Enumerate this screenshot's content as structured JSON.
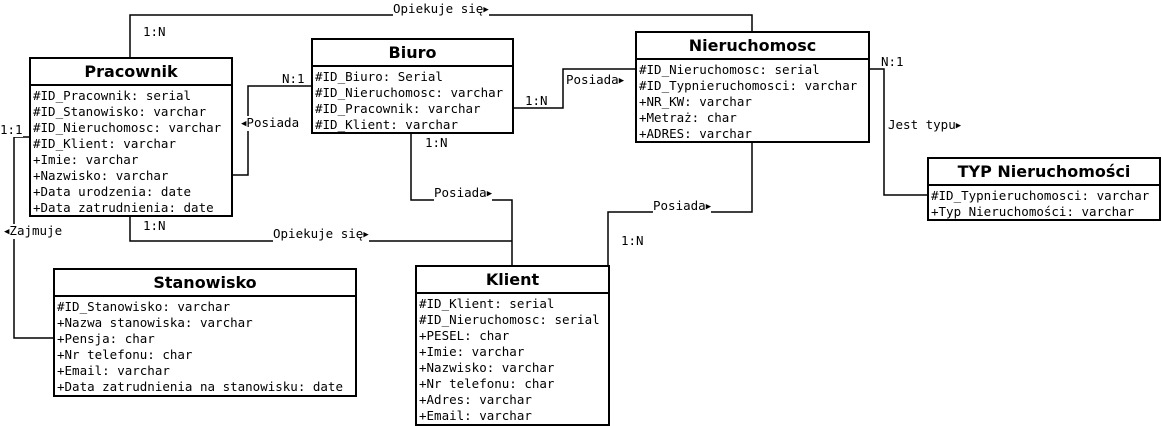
{
  "entities": {
    "pracownik": {
      "title": "Pracownik",
      "attributes": [
        "#ID_Pracownik: serial",
        "#ID_Stanowisko: varchar",
        "#ID_Nieruchomosc: varchar",
        "#ID_Klient: varchar",
        "+Imie: varchar",
        "+Nazwisko: varchar",
        "+Data urodzenia: date",
        "+Data zatrudnienia: date"
      ]
    },
    "biuro": {
      "title": "Biuro",
      "attributes": [
        "#ID_Biuro: Serial",
        "#ID_Nieruchomosc: varchar",
        "#ID_Pracownik: varchar",
        "#ID_Klient: varchar"
      ]
    },
    "nieruchomosc": {
      "title": "Nieruchomosc",
      "attributes": [
        "#ID_Nieruchomosc: serial",
        "#ID_Typnieruchomosci: varchar",
        "+NR_KW: varchar",
        "+Metraż: char",
        "+ADRES: varchar"
      ]
    },
    "typ": {
      "title": "TYP Nieruchomości",
      "attributes": [
        "#ID_Typnieruchomosci: varchar",
        "+Typ Nieruchomości: varchar"
      ]
    },
    "stanowisko": {
      "title": "Stanowisko",
      "attributes": [
        "#ID_Stanowisko: varchar",
        "+Nazwa stanowiska: varchar",
        "+Pensja: char",
        "+Nr telefonu: char",
        "+Email: varchar",
        "+Data zatrudnienia na stanowisku: date"
      ]
    },
    "klient": {
      "title": "Klient",
      "attributes": [
        "#ID_Klient: serial",
        "#ID_Nieruchomosc: serial",
        "+PESEL: char",
        "+Imie: varchar",
        "+Nazwisko: varchar",
        "+Nr telefonu: char",
        "+Adres: varchar",
        "+Email: varchar"
      ]
    }
  },
  "relations": {
    "opiekuje_top": {
      "name": "Opiekuje się",
      "cardinality": "1:N"
    },
    "pracownik_biuro": {
      "name": "Posiada",
      "cardinality": "N:1"
    },
    "biuro_nieruchomosc": {
      "name": "Posiada",
      "cardinality": "1:N"
    },
    "nieruchomosc_typ": {
      "name": "Jest typu",
      "cardinality": "N:1"
    },
    "pracownik_stanowisko": {
      "name": "Zajmuje",
      "cardinality": "1:1"
    },
    "opiekuje_bottom": {
      "name": "Opiekuje się",
      "cardinality": "1:N"
    },
    "biuro_klient": {
      "name": "Posiada",
      "cardinality": "1:N"
    },
    "nieruchomosc_klient": {
      "name": "Posiada",
      "cardinality": "1:N"
    }
  }
}
